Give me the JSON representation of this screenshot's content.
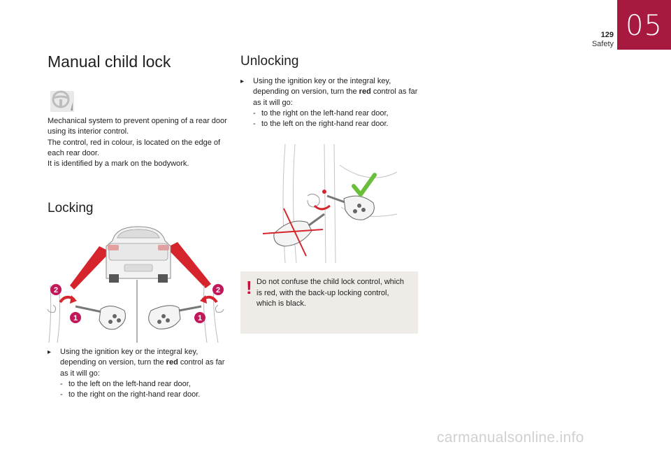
{
  "header": {
    "chapter_number": "05",
    "page_number": "129",
    "section": "Safety",
    "accent_color": "#a8193f"
  },
  "title": "Manual child lock",
  "intro_icon": "steering-wheel-icon",
  "intro": {
    "lines": [
      "Mechanical system to prevent opening of a rear door using its interior control.",
      "The control, red in colour, is located on the edge of each rear door.",
      "It is identified by a mark on the bodywork."
    ]
  },
  "locking": {
    "heading": "Locking",
    "callouts": [
      "2",
      "1",
      "1",
      "2"
    ],
    "instruction": {
      "lead": "Using the ignition key or the integral key, depending on version, turn the ",
      "highlight": "red",
      "tail": " control as far as it will go:",
      "items": [
        "to the left on the left-hand rear door,",
        "to the right on the right-hand rear door."
      ]
    }
  },
  "unlocking": {
    "heading": "Unlocking",
    "instruction": {
      "lead": "Using the ignition key or the integral key, depending on version, turn the ",
      "highlight": "red",
      "tail": " control as far as it will go:",
      "items": [
        "to the right on the left-hand rear door,",
        "to the left on the right-hand rear door."
      ]
    }
  },
  "warning": {
    "mark": "!",
    "text": "Do not confuse the child lock control, which is red, with the back-up locking control, which is black.",
    "mark_color": "#e3003a",
    "background": "#efebe7"
  },
  "watermark": "carmanualsonline.info"
}
